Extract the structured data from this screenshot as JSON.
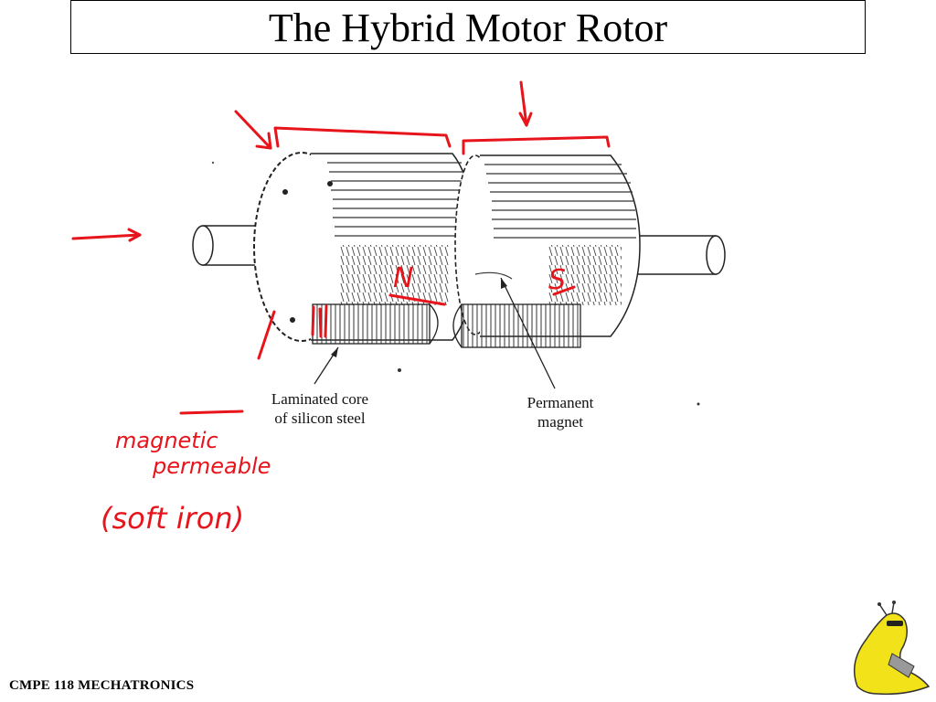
{
  "slide": {
    "title": "The Hybrid Motor Rotor",
    "footer": "CMPE 118 MECHATRONICS"
  },
  "diagram": {
    "labels": {
      "laminated_core_line1": "Laminated core",
      "laminated_core_line2": "of silicon steel",
      "permanent_magnet_line1": "Permanent",
      "permanent_magnet_line2": "magnet"
    },
    "annotations": {
      "pole_left": "N",
      "pole_right": "S",
      "note_line1": "magnetic",
      "note_line2": "permeable",
      "note_line3": "(soft iron)"
    },
    "annotation_color": "#e8141c"
  }
}
